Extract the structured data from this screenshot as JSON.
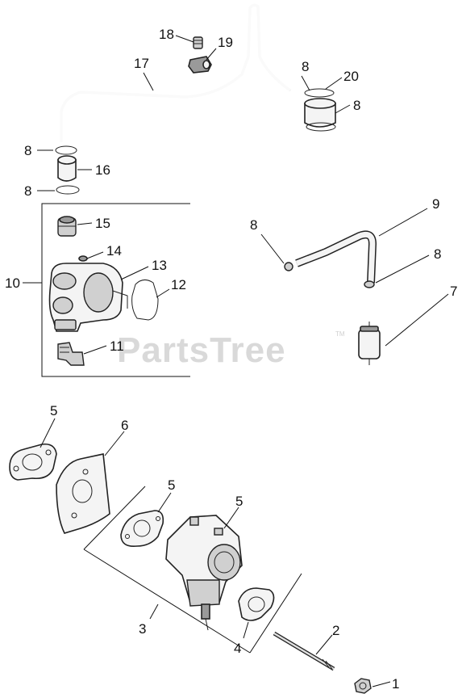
{
  "watermark": {
    "text": "PartsTree",
    "trademark": "TM"
  },
  "callouts": {
    "c1": "1",
    "c2": "2",
    "c3": "3",
    "c4": "4",
    "c5a": "5",
    "c5b": "5",
    "c5c": "5",
    "c6": "6",
    "c7": "7",
    "c8a": "8",
    "c8b": "8",
    "c8c": "8",
    "c8d": "8",
    "c8e": "8",
    "c8f": "8",
    "c9": "9",
    "c10": "10",
    "c11": "11",
    "c12": "12",
    "c13": "13",
    "c14": "14",
    "c15": "15",
    "c16": "16",
    "c17": "17",
    "c18": "18",
    "c19": "19",
    "c20": "20"
  }
}
